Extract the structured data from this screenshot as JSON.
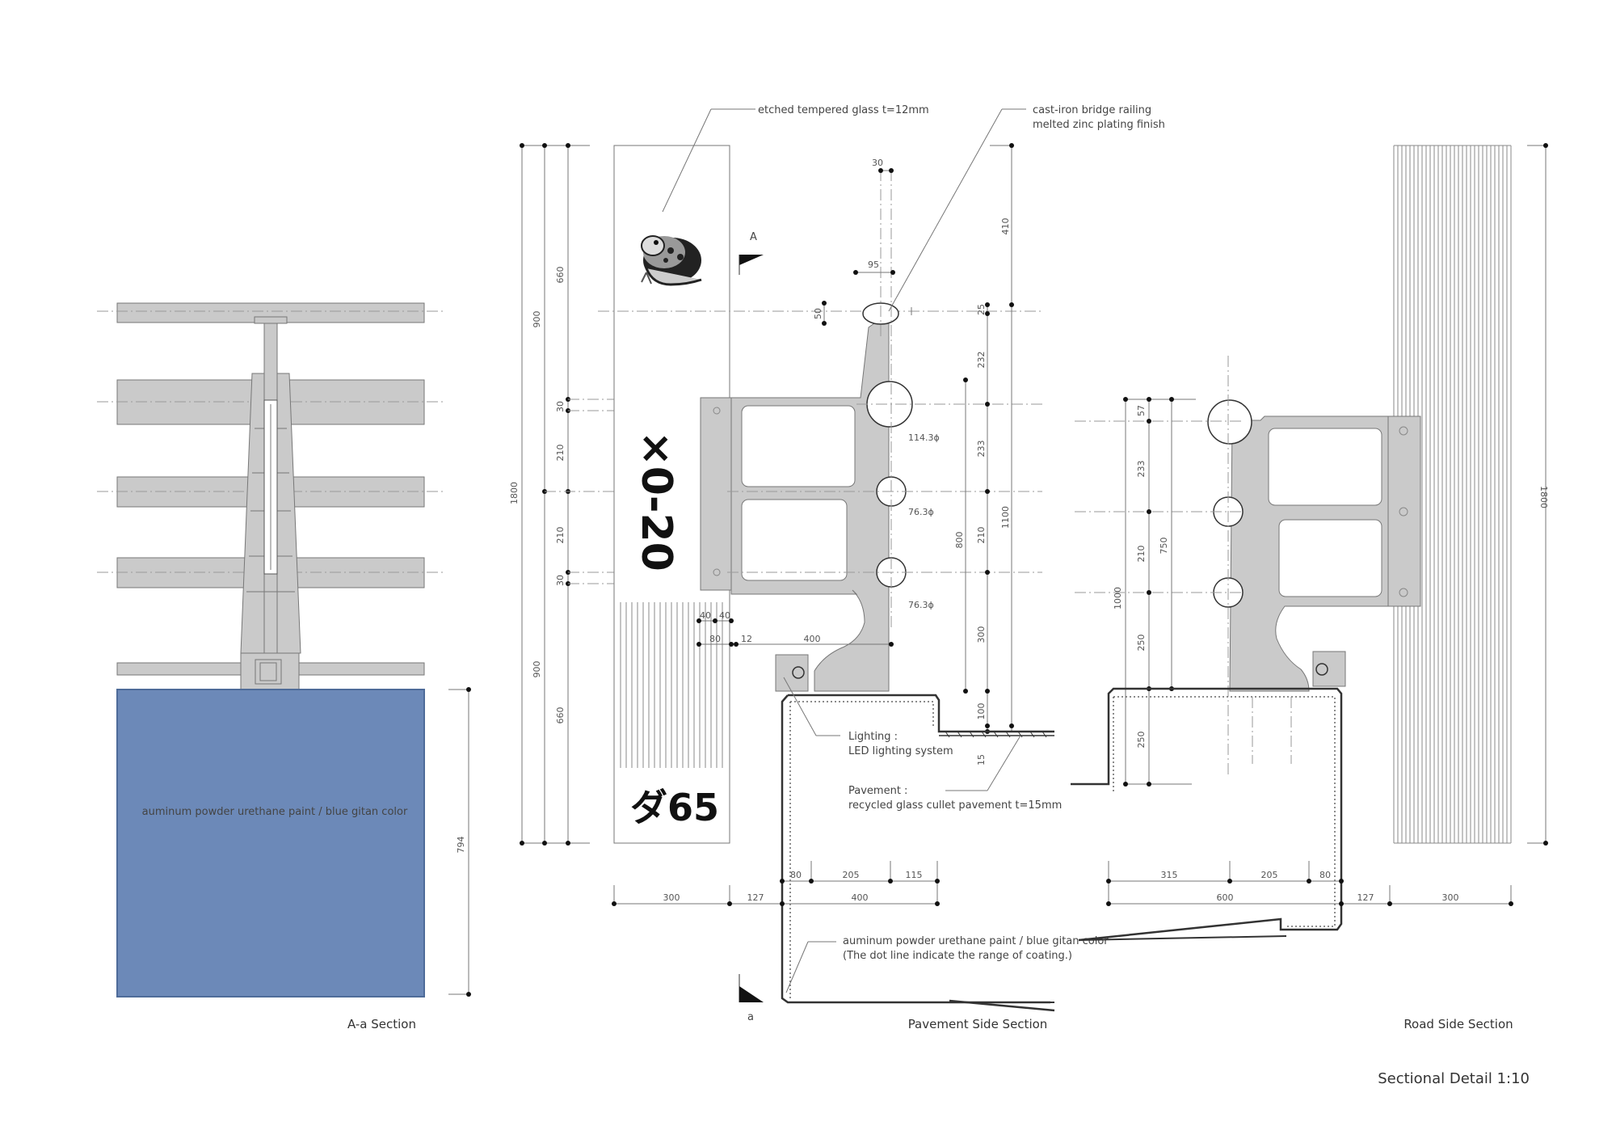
{
  "sheet": {
    "title": "Sectional Detail 1:10"
  },
  "sections": {
    "aa": {
      "caption": "A-a Section",
      "panel_note": "auminum powder urethane paint / blue gitan color",
      "panel_color": "#6c89b8",
      "rail_color": "#cacaca",
      "dims": {
        "panel_height": "794"
      }
    },
    "pavement": {
      "caption": "Pavement Side Section",
      "glass_sign_text_1": "×0-20",
      "glass_sign_text_2": "ダ65",
      "dims_left": {
        "total": "1800",
        "upper": "900",
        "lower": "900",
        "top_660": "660",
        "gap_30_a": "30",
        "mid_210_a": "210",
        "mid_210_b": "210",
        "gap_30_b": "30",
        "bottom_660": "660"
      },
      "dims_post": {
        "top_width": "30",
        "rail_width": "95",
        "rail_height": "50",
        "top_410": "410",
        "gap_25": "25",
        "d232": "232",
        "d233": "233",
        "d210": "210",
        "d300": "300",
        "d800": "800",
        "d1100": "1100",
        "d100": "100",
        "d15": "15"
      },
      "pipe_labels": [
        "114.3ϕ",
        "76.3ϕ",
        "76.3ϕ"
      ],
      "dims_glass": {
        "d40a": "40",
        "d40b": "40",
        "d80": "80",
        "d12": "12",
        "d400": "400"
      },
      "dims_bottom": {
        "row1": [
          "80",
          "205",
          "115"
        ],
        "row2": [
          "300",
          "127",
          "400"
        ]
      },
      "section_marker_top": "A",
      "section_marker_bottom": "a"
    },
    "road": {
      "caption": "Road Side Section",
      "dims_left": {
        "d57": "57",
        "d233": "233",
        "d210": "210",
        "d250a": "250",
        "d750": "750",
        "d1000": "1000",
        "d250b": "250"
      },
      "dims_right": {
        "total": "1800"
      },
      "dims_bottom": {
        "row1": [
          "315",
          "205",
          "80"
        ],
        "row2": [
          "600",
          "127",
          "300"
        ]
      }
    }
  },
  "callouts": {
    "glass": "etched tempered glass t=12mm",
    "railing_1": "cast-iron bridge railing",
    "railing_2": "melted zinc plating finish",
    "lighting_1": "Lighting :",
    "lighting_2": "LED lighting system",
    "pavement_1": "Pavement :",
    "pavement_2": "recycled glass cullet pavement t=15mm",
    "coating_1": "auminum powder urethane paint / blue gitan color",
    "coating_2": "(The dot line indicate the range of coating.)"
  },
  "icons": {
    "frog": "frog-illustration",
    "section_flag": "section-marker-flag"
  }
}
